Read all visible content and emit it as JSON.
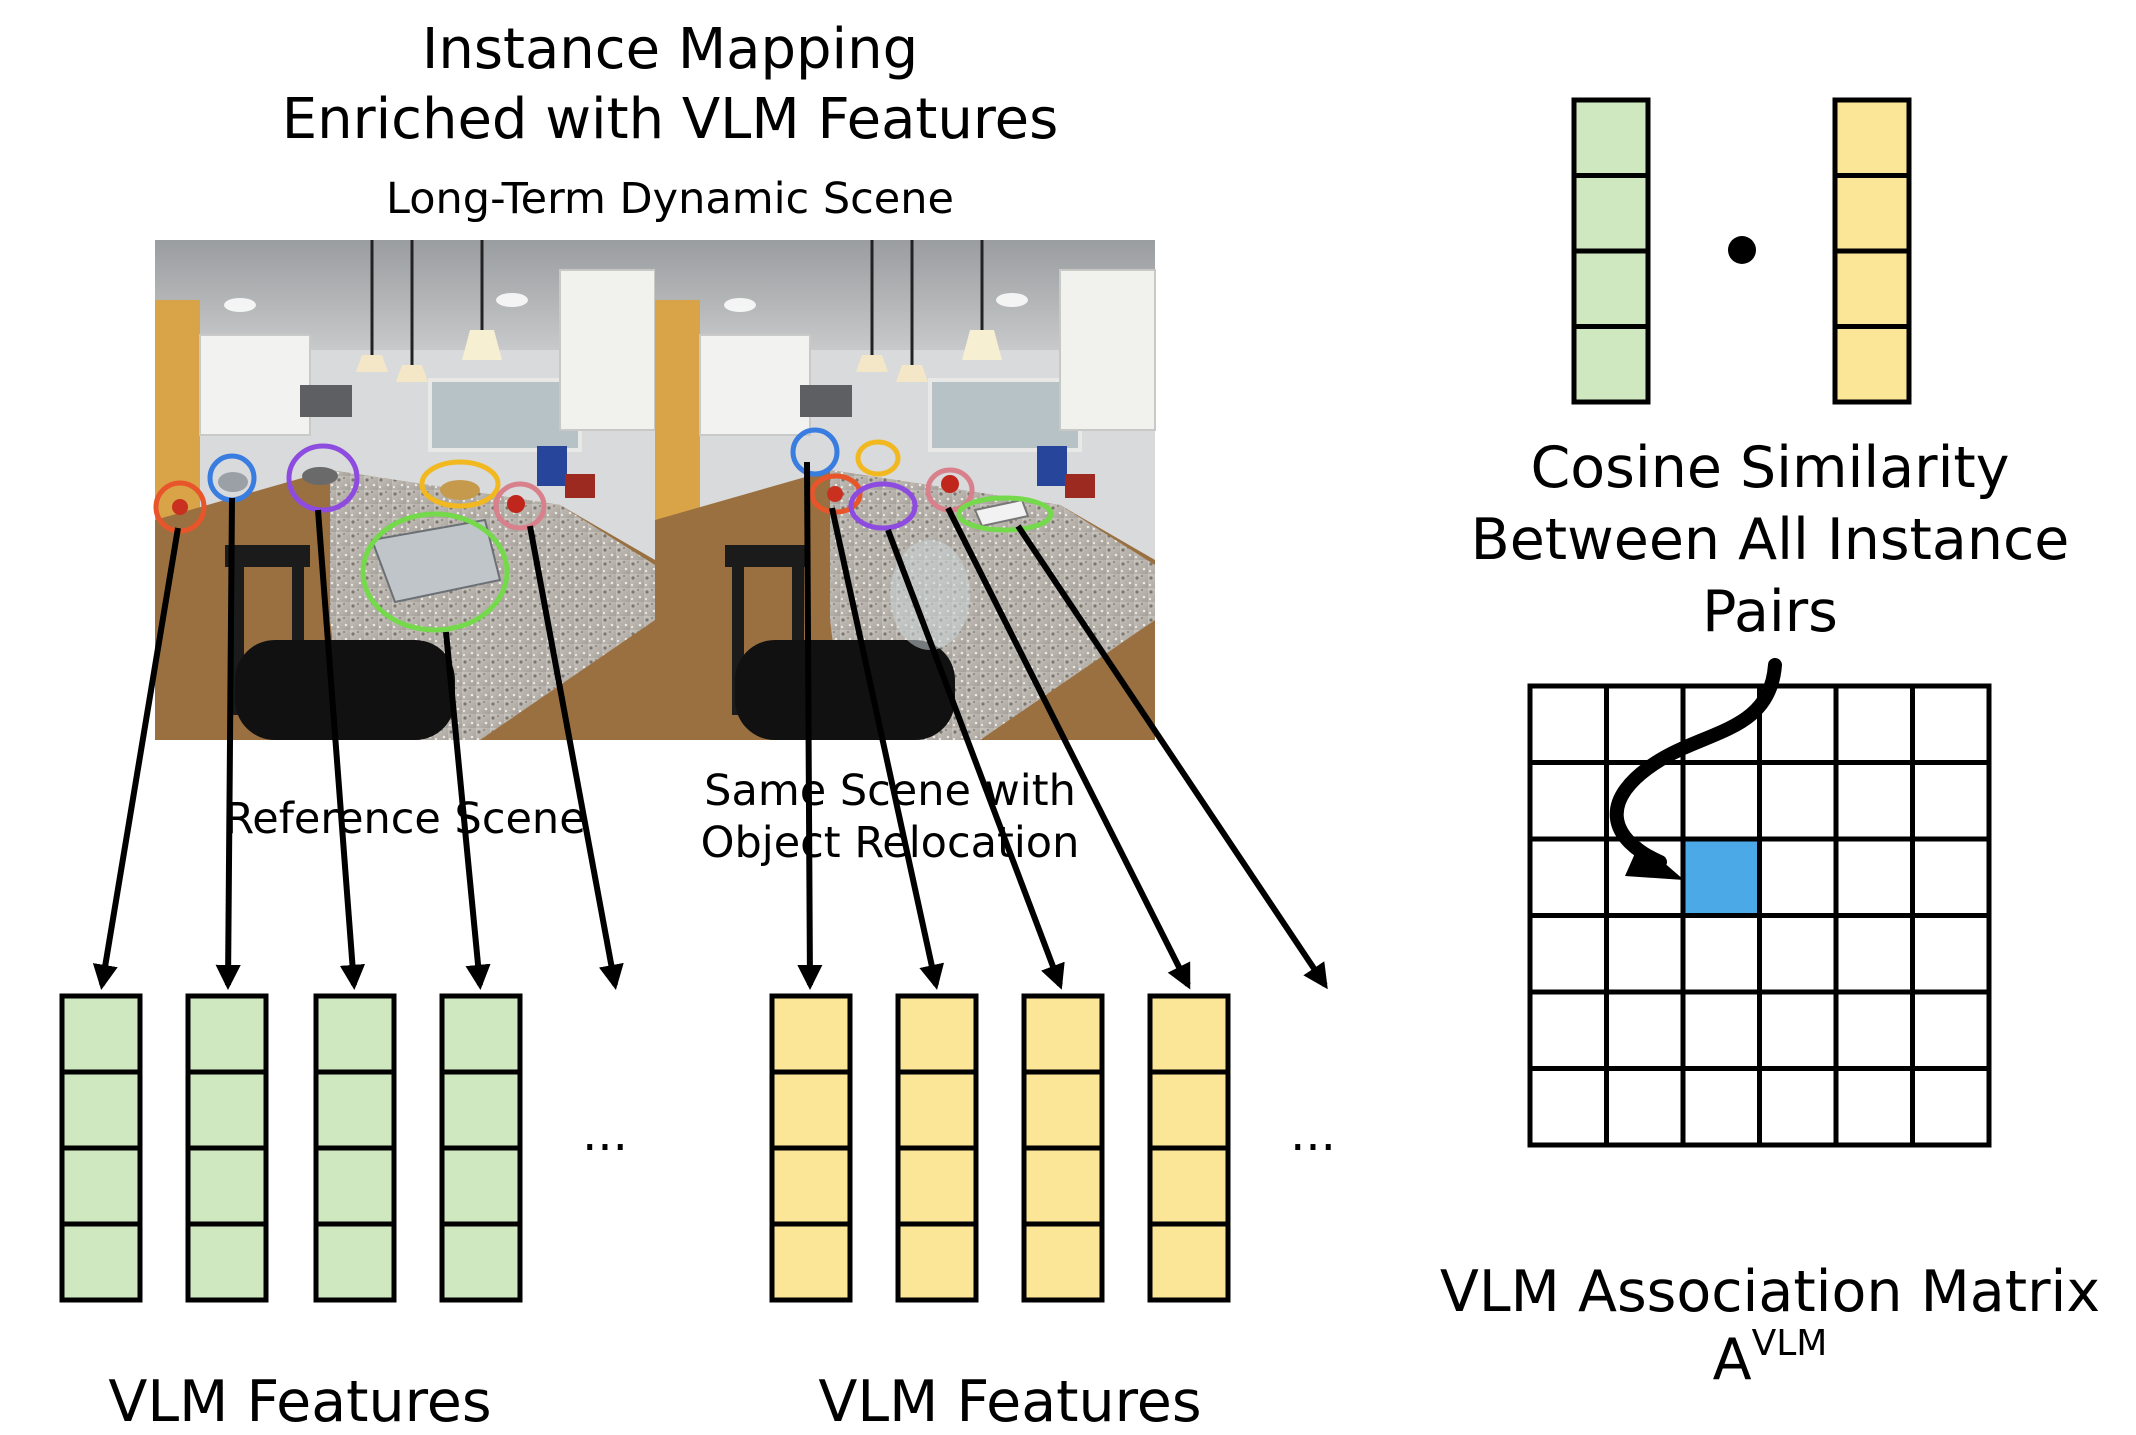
{
  "title_line1": "Instance Mapping",
  "title_line2": "Enriched with VLM Features",
  "scene_label": "Long-Term Dynamic Scene",
  "reference_caption": "Reference Scene",
  "relocation_caption_line1": "Same Scene with",
  "relocation_caption_line2": "Object Relocation",
  "features_label_left": "VLM Features",
  "features_label_right": "VLM Features",
  "ellipsis": "...",
  "cosine_line1": "Cosine Similarity",
  "cosine_line2": "Between All Instance",
  "cosine_line3": "Pairs",
  "matrix_label": "VLM Association Matrix",
  "matrix_symbol": "A",
  "matrix_superscript": "VLM",
  "matrix_size": 6,
  "highlighted_cell": {
    "row": 3,
    "col": 2
  },
  "vector_cells": 4,
  "colors": {
    "reference_feature": "#cfe8bf",
    "relocated_feature": "#fbe597",
    "highlight": "#4aa9e6",
    "outline": "#000000",
    "marker_red": "#e8552a",
    "marker_blue": "#3a7de0",
    "marker_purple": "#8e4be0",
    "marker_yellow": "#f2b820",
    "marker_pink": "#d8808c",
    "marker_green": "#74d94b"
  }
}
